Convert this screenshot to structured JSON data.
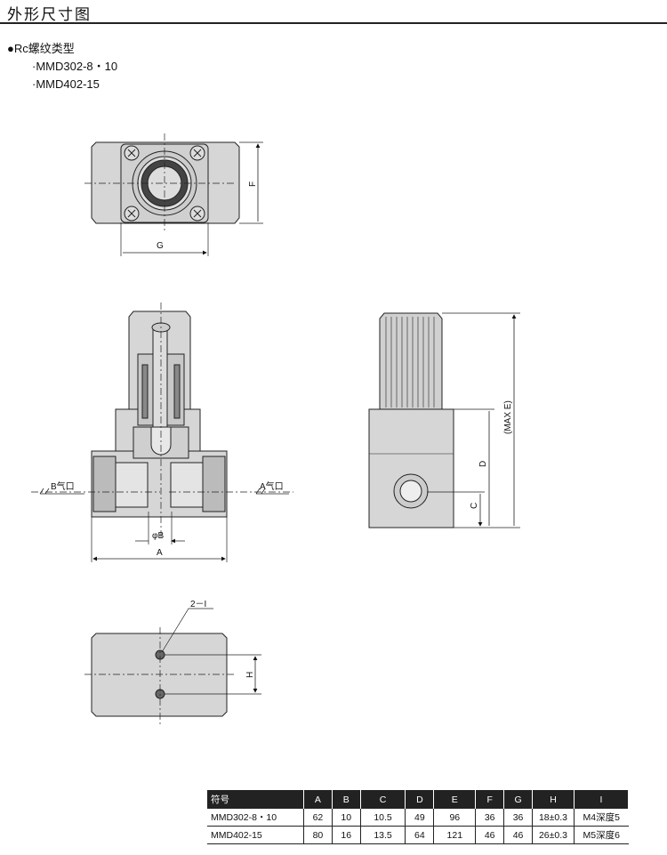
{
  "title": "外形尺寸图",
  "section": "●Rc螺纹类型",
  "models": [
    "·MMD302-8・10",
    "·MMD402-15"
  ],
  "labels": {
    "F": "F",
    "G": "G",
    "B_port": "B气口",
    "A_port": "A气口",
    "phiB": "φB",
    "A": "A",
    "MAX_E": "(MAX E)",
    "D": "D",
    "C": "C",
    "H": "H",
    "holes": "2－I"
  },
  "table": {
    "headers": [
      "符号",
      "A",
      "B",
      "C",
      "D",
      "E",
      "F",
      "G",
      "H",
      "I"
    ],
    "rows": [
      [
        "MMD302-8・10",
        "62",
        "10",
        "10.5",
        "49",
        "96",
        "36",
        "36",
        "18±0.3",
        "M4深度5"
      ],
      [
        "MMD402-15",
        "80",
        "16",
        "13.5",
        "64",
        "121",
        "46",
        "46",
        "26±0.3",
        "M5深度6"
      ]
    ]
  }
}
